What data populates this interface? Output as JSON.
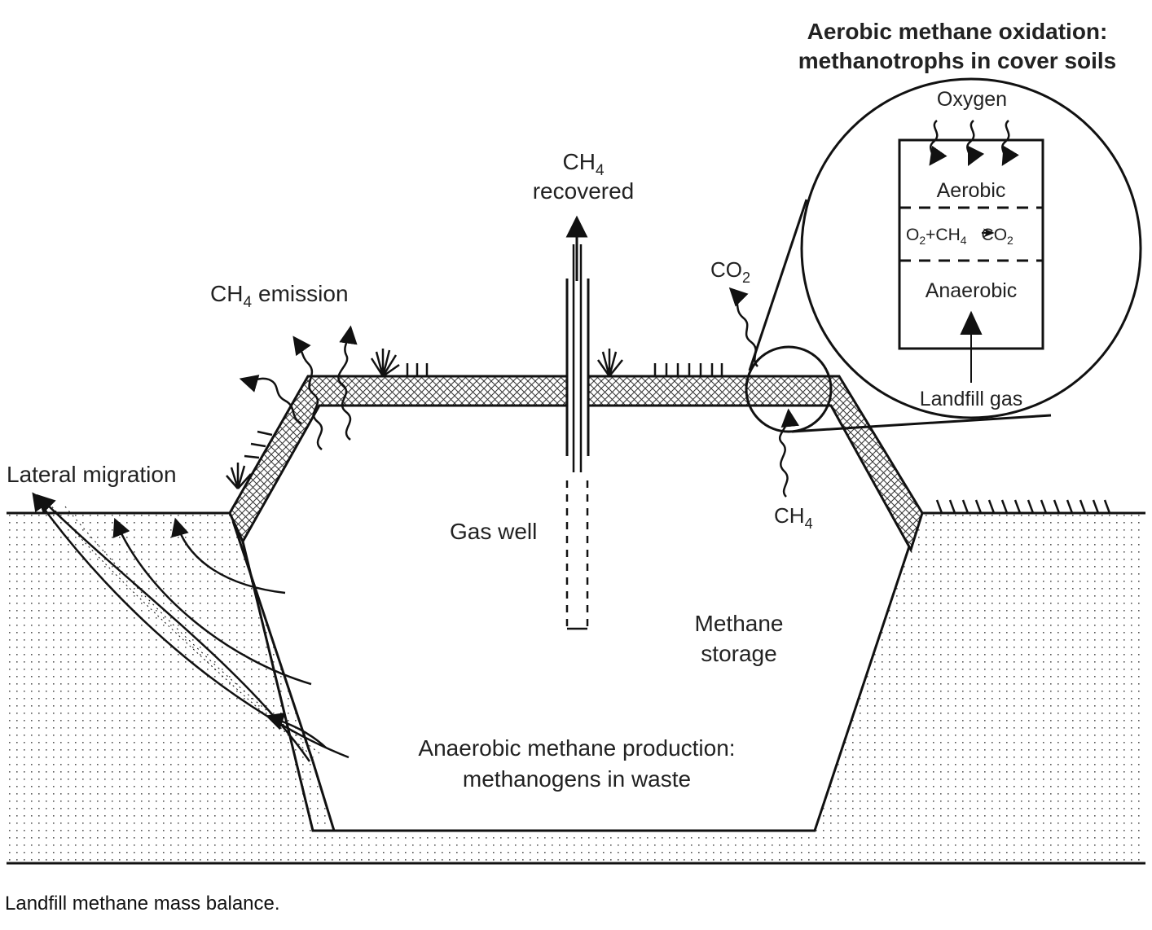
{
  "labels": {
    "oxidation_title_1": "Aerobic methane oxidation:",
    "oxidation_title_2": "methanotrophs in cover soils",
    "oxygen": "Oxygen",
    "aerobic": "Aerobic",
    "reaction_o2": "O",
    "reaction_o2_sub": "2",
    "reaction_plus": "+CH",
    "reaction_ch4_sub": "4",
    "reaction_co2": "CO",
    "reaction_co2_sub": "2",
    "anaerobic": "Anaerobic",
    "landfill_gas": "Landfill gas",
    "ch4_recovered_ch": "CH",
    "ch4_recovered_sub": "4",
    "recovered": "recovered",
    "ch4_emission_ch": "CH",
    "ch4_emission_sub": "4",
    "emission": "emission",
    "co2_co": "CO",
    "co2_sub": "2",
    "lateral_migration": "Lateral migration",
    "gas_well": "Gas well",
    "ch4_bottom_ch": "CH",
    "ch4_bottom_sub": "4",
    "methane": "Methane",
    "storage": "storage",
    "production_1": "Anaerobic methane production:",
    "production_2": "methanogens in waste"
  },
  "caption": "Landfill methane mass balance."
}
